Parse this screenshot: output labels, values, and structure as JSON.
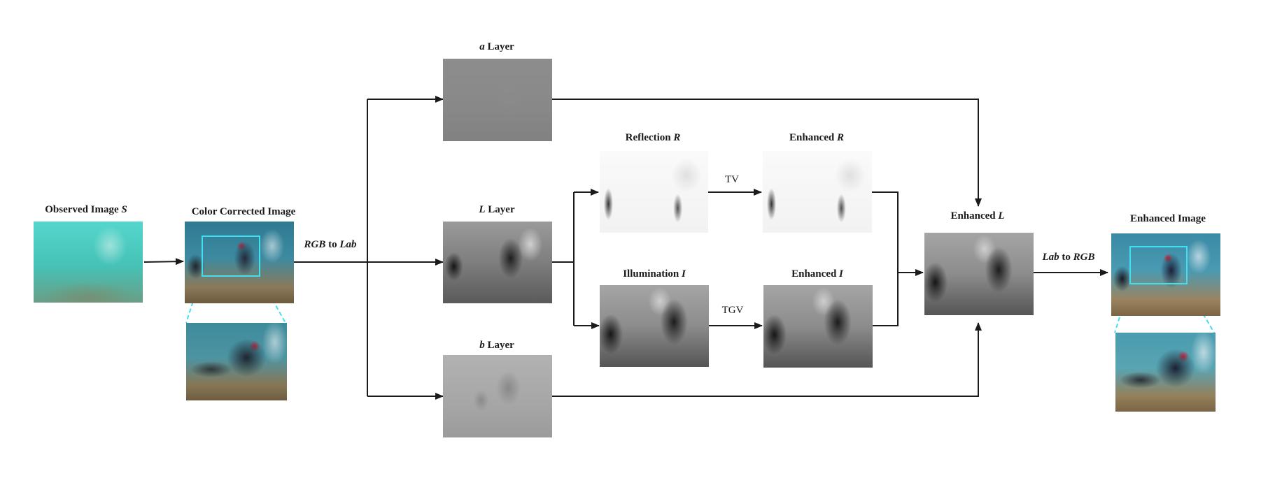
{
  "labels": {
    "observed": {
      "text": "Observed Image ",
      "var": "S"
    },
    "color_corrected": {
      "text": "Color Corrected Image"
    },
    "a_layer": {
      "var": "a",
      "text": " Layer"
    },
    "l_layer": {
      "var": "L",
      "text": " Layer"
    },
    "b_layer": {
      "var": "b",
      "text": " Layer"
    },
    "reflection": {
      "text": "Reflection ",
      "var": "R"
    },
    "enhanced_r": {
      "text": "Enhanced ",
      "var": "R"
    },
    "illumination": {
      "text": "Illumination ",
      "var": "I"
    },
    "enhanced_i": {
      "text": "Enhanced ",
      "var": "I"
    },
    "enhanced_l": {
      "text": "Enhanced ",
      "var": "L"
    },
    "enhanced_image": {
      "text": "Enhanced Image"
    }
  },
  "edge_labels": {
    "rgb_to_lab": {
      "v1": "RGB",
      "mid": " to ",
      "v2": "Lab"
    },
    "lab_to_rgb": {
      "v1": "Lab",
      "mid": " to ",
      "v2": "RGB"
    },
    "tv": "TV",
    "tgv": "TGV"
  },
  "colors": {
    "arrow": "#1a1a1a",
    "zoom_box": "#3fe0f0"
  }
}
